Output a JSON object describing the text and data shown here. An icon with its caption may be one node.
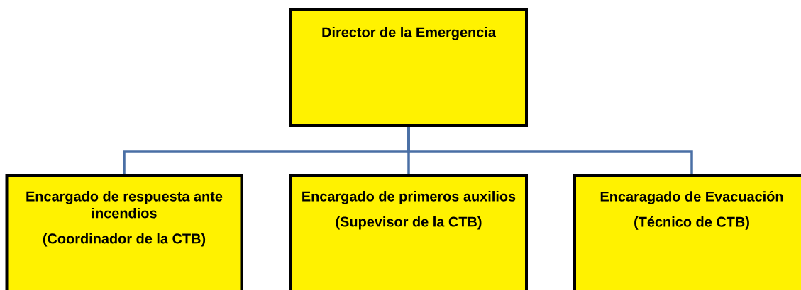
{
  "diagram": {
    "nodes": [
      {
        "text": [
          "Director de la Emergencia"
        ]
      },
      {
        "text": [
          "Encargado de respuesta ante incendios",
          "(Coordinador de la CTB)"
        ]
      },
      {
        "text": [
          "Encargado de primeros auxilios",
          "(Supevisor de la CTB)"
        ]
      },
      {
        "text": [
          "Encaragado de Evacuación",
          "(Técnico de CTB)"
        ]
      }
    ],
    "edges": [
      {
        "from": 0,
        "to": 1,
        "arrow": "none"
      },
      {
        "from": 0,
        "to": 2,
        "arrow": "none"
      },
      {
        "from": 0,
        "to": 3,
        "arrow": "none"
      }
    ]
  }
}
